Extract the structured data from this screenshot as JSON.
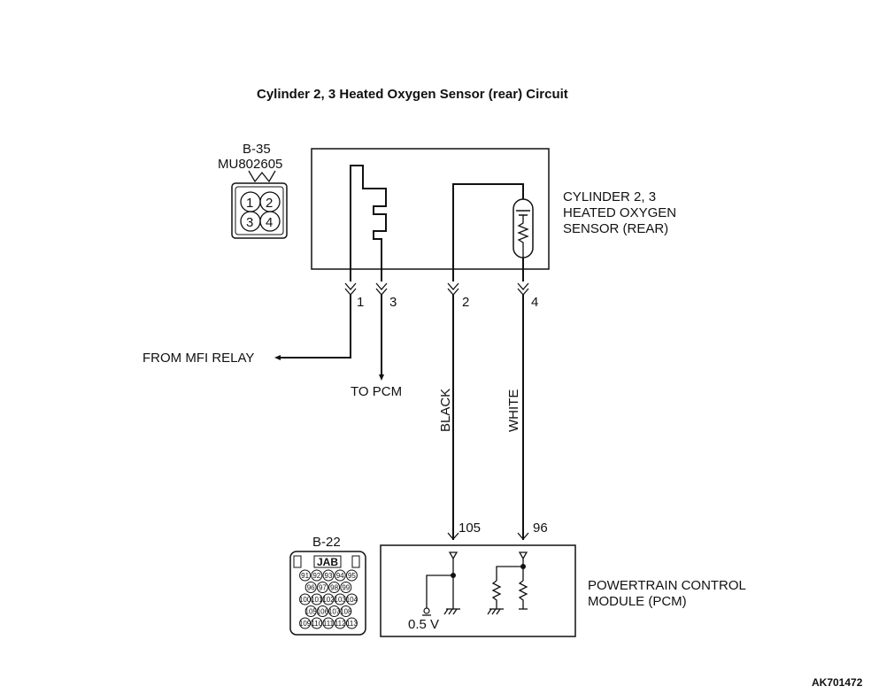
{
  "title": "Cylinder 2, 3 Heated Oxygen Sensor (rear) Circuit",
  "sensor_connector": {
    "id": "B-35",
    "part_number": "MU802605",
    "pins": [
      "1",
      "2",
      "3",
      "4"
    ]
  },
  "sensor_label": [
    "CYLINDER 2, 3",
    "HEATED OXYGEN",
    "SENSOR (REAR)"
  ],
  "sensor_pins": [
    "1",
    "3",
    "2",
    "4"
  ],
  "from_relay": "FROM MFI RELAY",
  "to_pcm": "TO PCM",
  "wire_colors": [
    "BLACK",
    "WHITE"
  ],
  "pcm_pins": [
    "105",
    "96"
  ],
  "pcm_connector": {
    "id": "B-22",
    "tab": "JAB",
    "rows": [
      [
        "91",
        "92",
        "93",
        "94",
        "95"
      ],
      [
        "96",
        "97",
        "98",
        "99"
      ],
      [
        "100",
        "101",
        "102",
        "103",
        "104"
      ],
      [
        "105",
        "106",
        "107",
        "108"
      ],
      [
        "109",
        "110",
        "111",
        "112",
        "113"
      ]
    ]
  },
  "pcm_label": [
    "POWERTRAIN CONTROL",
    "MODULE (PCM)"
  ],
  "voltage": "0.5 V",
  "figure_code": "AK701472"
}
